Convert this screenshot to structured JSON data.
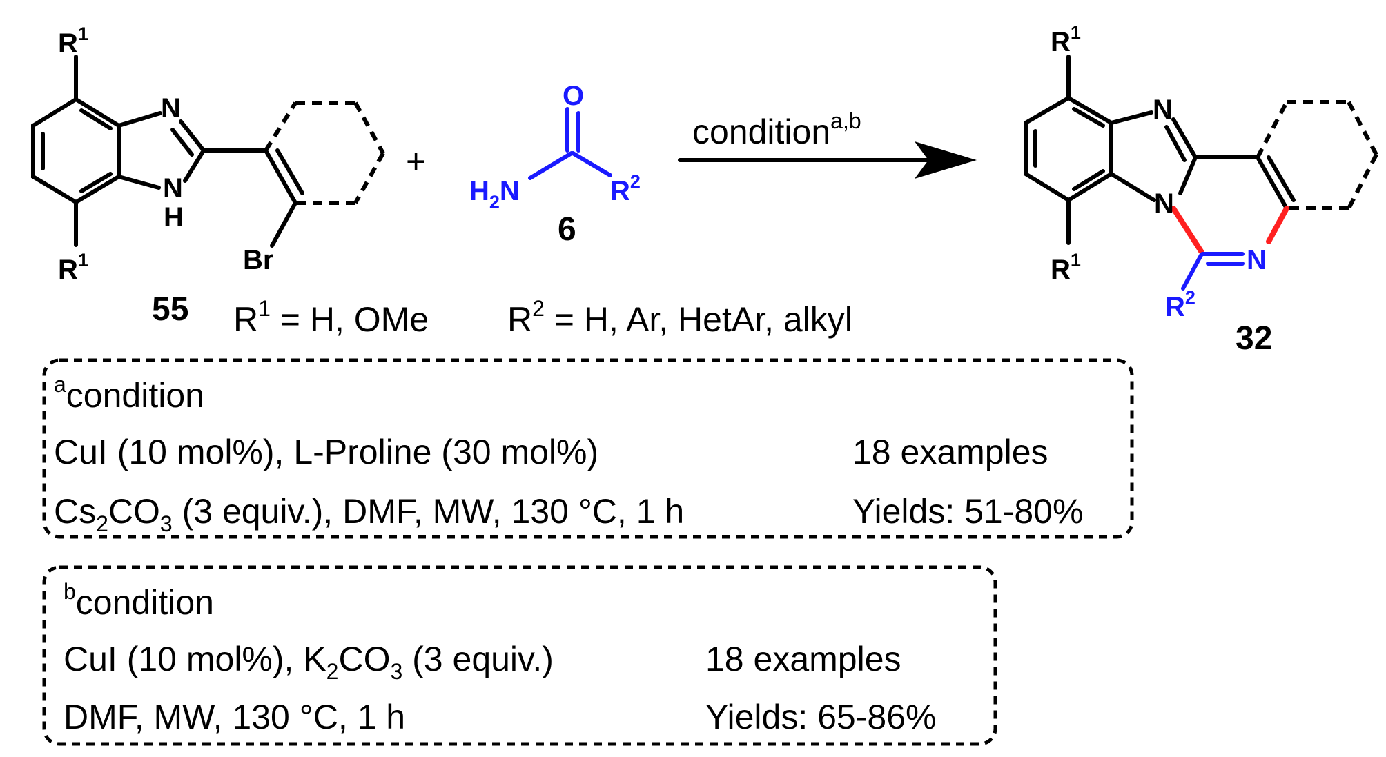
{
  "reactant_55": {
    "r1_top": "R",
    "r1_top_sup": "1",
    "r1_bottom": "R",
    "r1_bottom_sup": "1",
    "n_top": "N",
    "nh_n": "N",
    "nh_h": "H",
    "br": "Br",
    "label": "55"
  },
  "plus": "+",
  "reactant_6": {
    "o": "O",
    "h2n_h": "H",
    "h2n_sub": "2",
    "h2n_n": "N",
    "r2": "R",
    "r2_sup": "2",
    "label": "6"
  },
  "arrow": {
    "label": "condition",
    "label_sup": "a,b"
  },
  "product_32": {
    "r1_top": "R",
    "r1_top_sup": "1",
    "r1_bottom": "R",
    "r1_bottom_sup": "1",
    "n_top": "N",
    "n_bridge": "N",
    "n_ring": "N",
    "r2": "R",
    "r2_sup": "2",
    "label": "32"
  },
  "substituents": {
    "r1_def_main": "R",
    "r1_def_sup": "1",
    "r1_def_rest": " = H, OMe",
    "r2_def_main": "R",
    "r2_def_sup": "2",
    "r2_def_rest": " = H, Ar, HetAr, alkyl"
  },
  "condition_a": {
    "mark": "a",
    "title": "condition",
    "line1": "CuI (10 mol%), L-Proline (30 mol%)",
    "line2_a": "Cs",
    "line2_sub1": "2",
    "line2_b": "CO",
    "line2_sub2": "3",
    "line2_c": " (3 equiv.), DMF, MW, 130 °C, 1 h",
    "examples": "18 examples",
    "yields": "Yields: 51-80%"
  },
  "condition_b": {
    "mark": "b",
    "title": "condition",
    "line1_a": "CuI (10 mol%), K",
    "line1_sub1": "2",
    "line1_b": "CO",
    "line1_sub2": "3",
    "line1_c": " (3 equiv.)",
    "line2": "DMF, MW, 130 °C, 1 h",
    "examples": "18 examples",
    "yields": "Yields: 65-86%"
  },
  "colors": {
    "blue": "#1a1aff",
    "red": "#ff2020",
    "black": "#000000"
  }
}
